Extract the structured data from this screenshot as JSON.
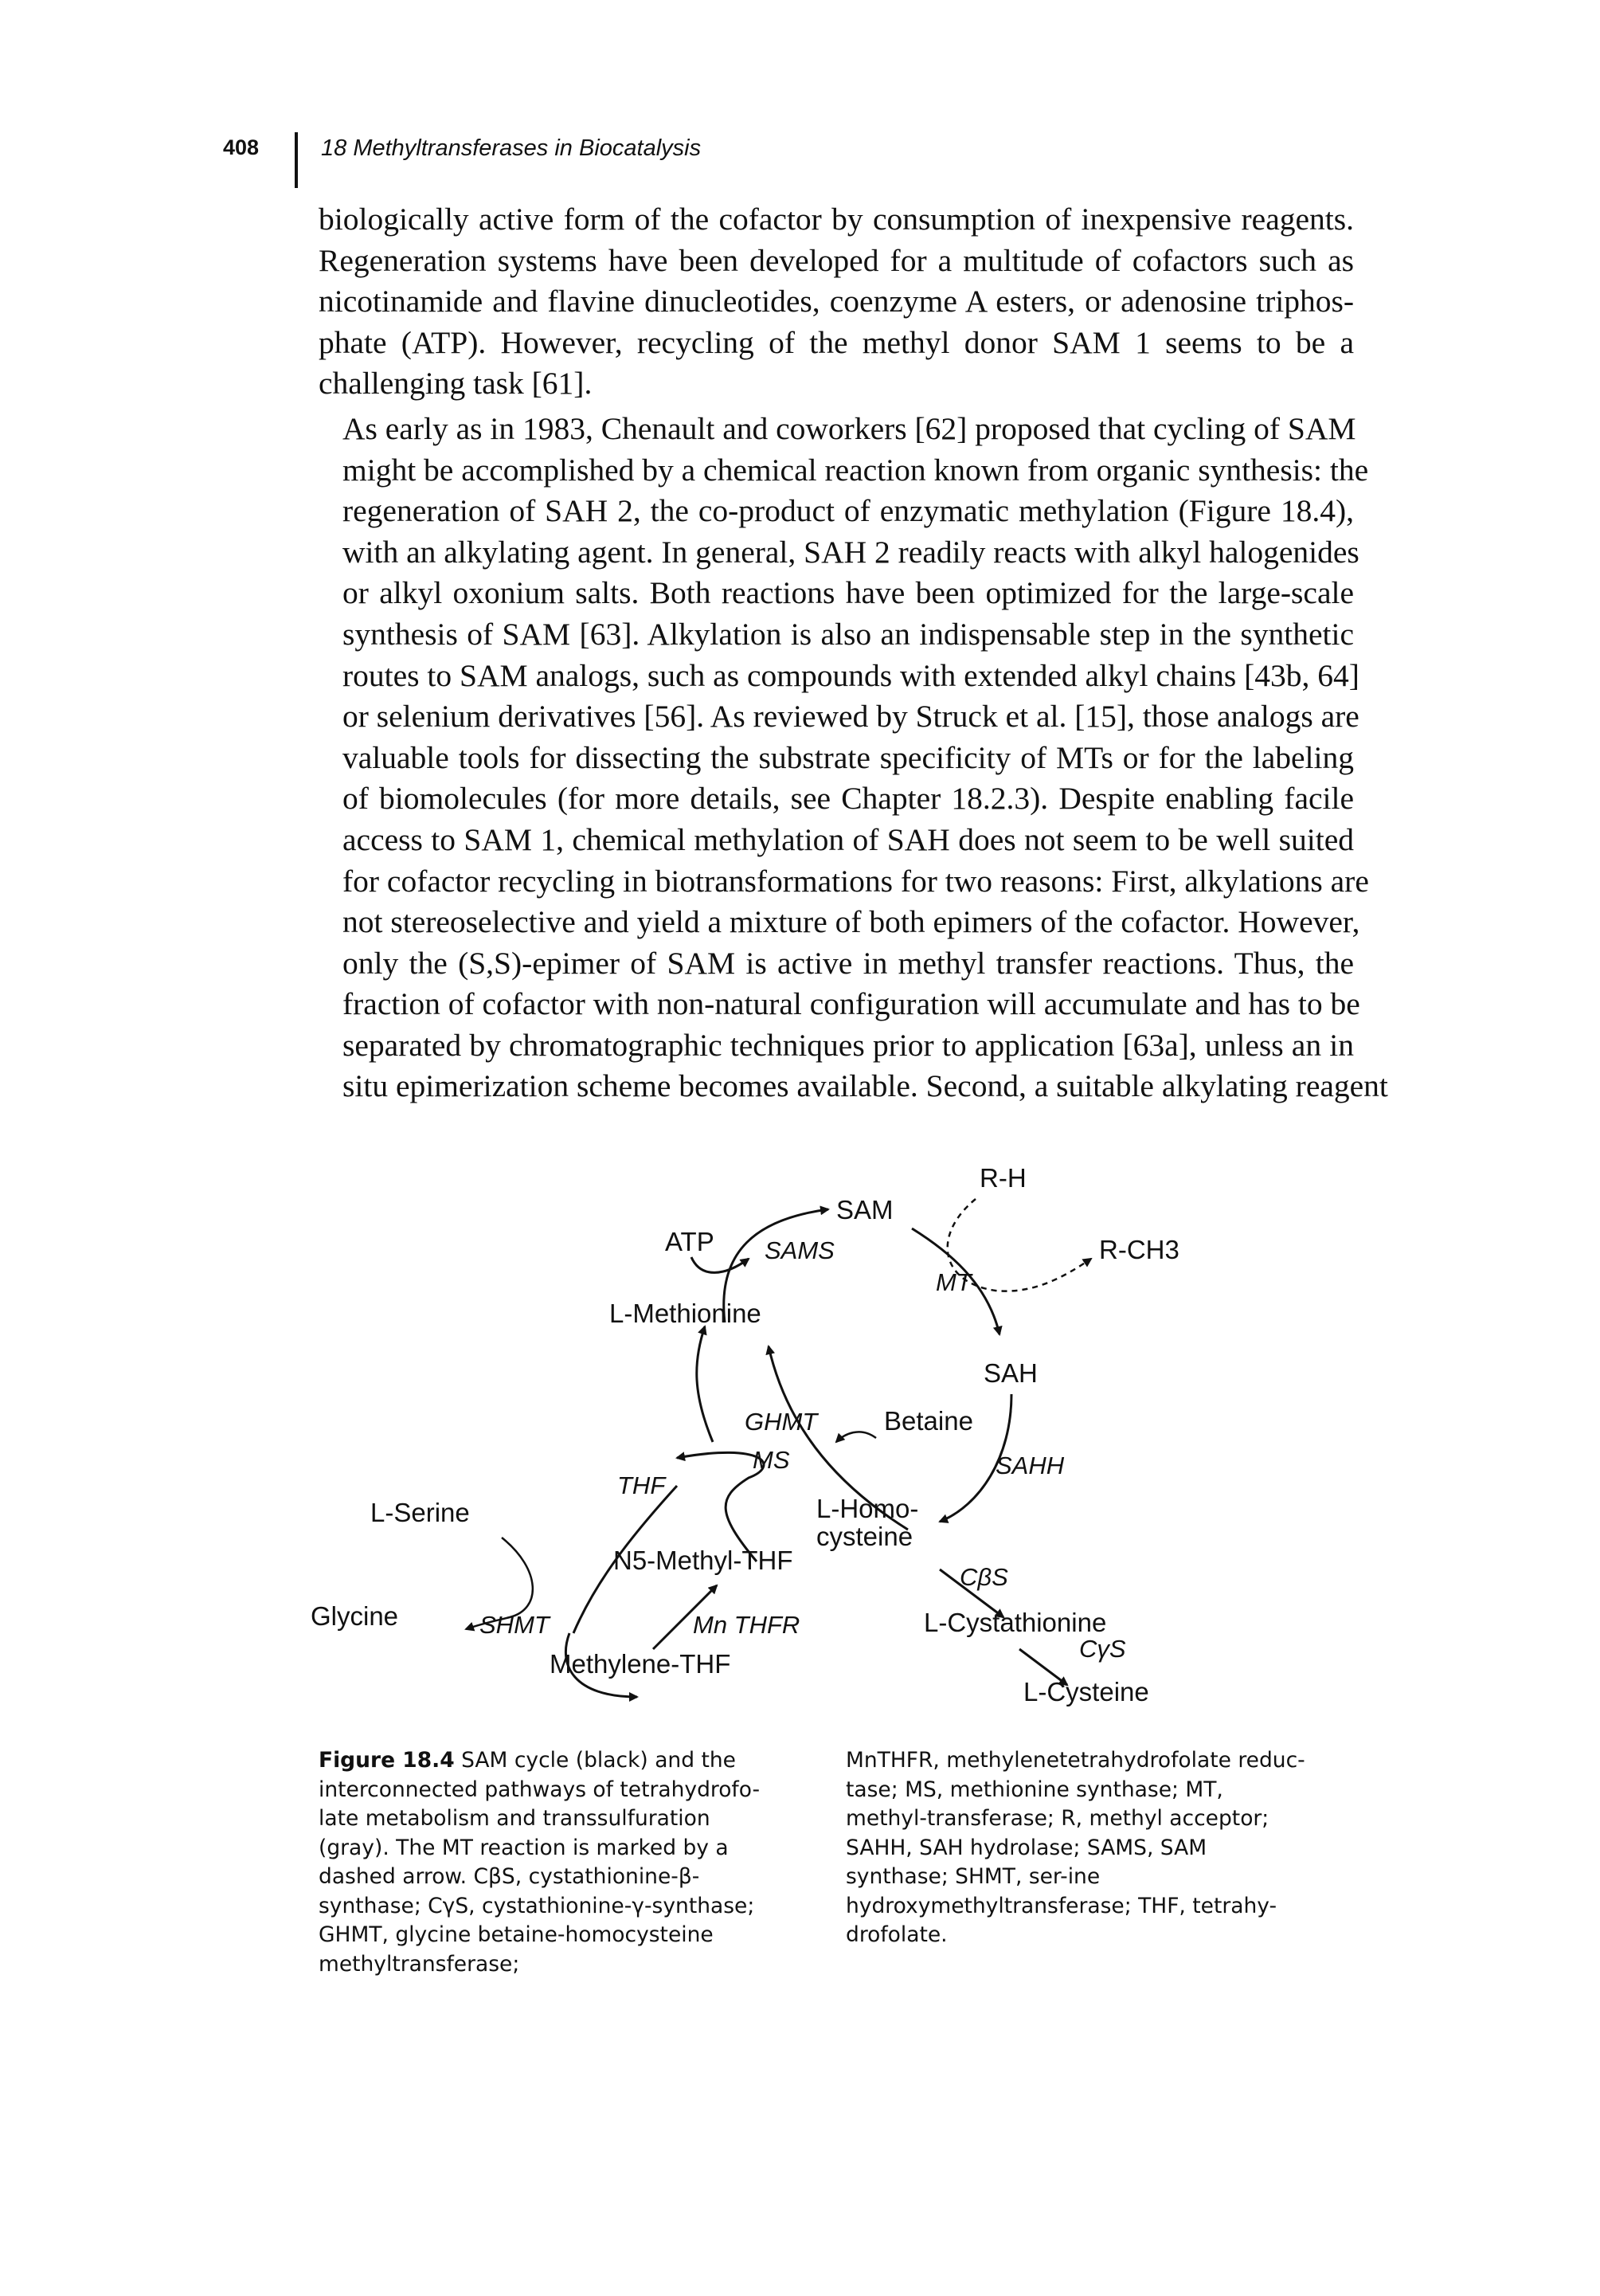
{
  "header": {
    "page_number": "408",
    "running_title": "18 Methyltransferases in Biocatalysis"
  },
  "body": {
    "para1": [
      "biologically active form of the cofactor by consumption of inexpensive reagents.",
      "Regeneration systems have been developed for a multitude of cofactors such as",
      "nicotinamide and flavine dinucleotides, coenzyme A esters, or adenosine triphos-",
      "phate (ATP). However, recycling of the methyl donor SAM 1 seems to be a",
      "challenging task [61]."
    ],
    "para2": [
      "As early as in 1983, Chenault and coworkers [62] proposed that cycling of SAM",
      "might be accomplished by a chemical reaction known from organic synthesis: the",
      "regeneration of SAH 2, the co-product of enzymatic methylation (Figure 18.4),",
      "with an alkylating agent. In general, SAH 2 readily reacts with alkyl halogenides",
      "or alkyl oxonium salts. Both reactions have been optimized for the large-scale",
      "synthesis of SAM [63]. Alkylation is also an indispensable step in the synthetic",
      "routes to SAM analogs, such as compounds with extended alkyl chains [43b, 64]",
      "or selenium derivatives [56]. As reviewed by Struck et al. [15], those analogs are",
      "valuable tools for dissecting the substrate specificity of MTs or for the labeling",
      "of biomolecules (for more details, see Chapter 18.2.3). Despite enabling facile",
      "access to SAM 1, chemical methylation of SAH does not seem to be well suited",
      "for cofactor recycling in biotransformations for two reasons: First, alkylations are",
      "not stereoselective and yield a mixture of both epimers of the cofactor. However,",
      "only the (S,S)-epimer of SAM is active in methyl transfer reactions. Thus, the",
      "fraction of cofactor with non-natural configuration will accumulate and has to be",
      "separated by chromatographic techniques prior to application [63a], unless an in",
      "situ epimerization scheme becomes available. Second, a suitable alkylating reagent"
    ]
  },
  "diagram": {
    "nodes": {
      "atp": "ATP",
      "sam": "SAM",
      "sams": "SAMS",
      "r_h": "R-H",
      "r_ch3": "R-CH3",
      "mt": "MT",
      "l_methionine": "L-Methionine",
      "sah": "SAH",
      "ghmt": "GHMT",
      "betaine": "Betaine",
      "ms": "MS",
      "thf": "THF",
      "sahh": "SAHH",
      "l_serine": "L-Serine",
      "l_homo": "L-Homo-",
      "cysteine_part": "cysteine",
      "n5_methyl_thf": "N5-Methyl-THF",
      "cbs": "CβS",
      "glycine": "Glycine",
      "shmt": "SHMT",
      "mn_thfr": "Mn THFR",
      "l_cystathionine": "L-Cystathionine",
      "cgs": "CγS",
      "methylene_thf": "Methylene-THF",
      "l_cysteine": "L-Cysteine"
    }
  },
  "caption": {
    "label": "Figure 18.4",
    "left_text": "SAM cycle (black) and the interconnected pathways of tetrahydrofo-late metabolism and transsulfuration (gray). The MT reaction is marked by a dashed arrow. CβS, cystathionine-β-synthase; CγS, cystathionine-γ-synthase; GHMT, glycine betaine-homocysteine methyltransferase;",
    "right_text": "MnTHFR, methylenetetrahydrofolate reduc-tase; MS, methionine synthase; MT, methyl-transferase; R, methyl acceptor; SAHH, SAH hydrolase; SAMS, SAM synthase; SHMT, ser-ine hydroxymethyltransferase; THF, tetrahy-drofolate."
  }
}
